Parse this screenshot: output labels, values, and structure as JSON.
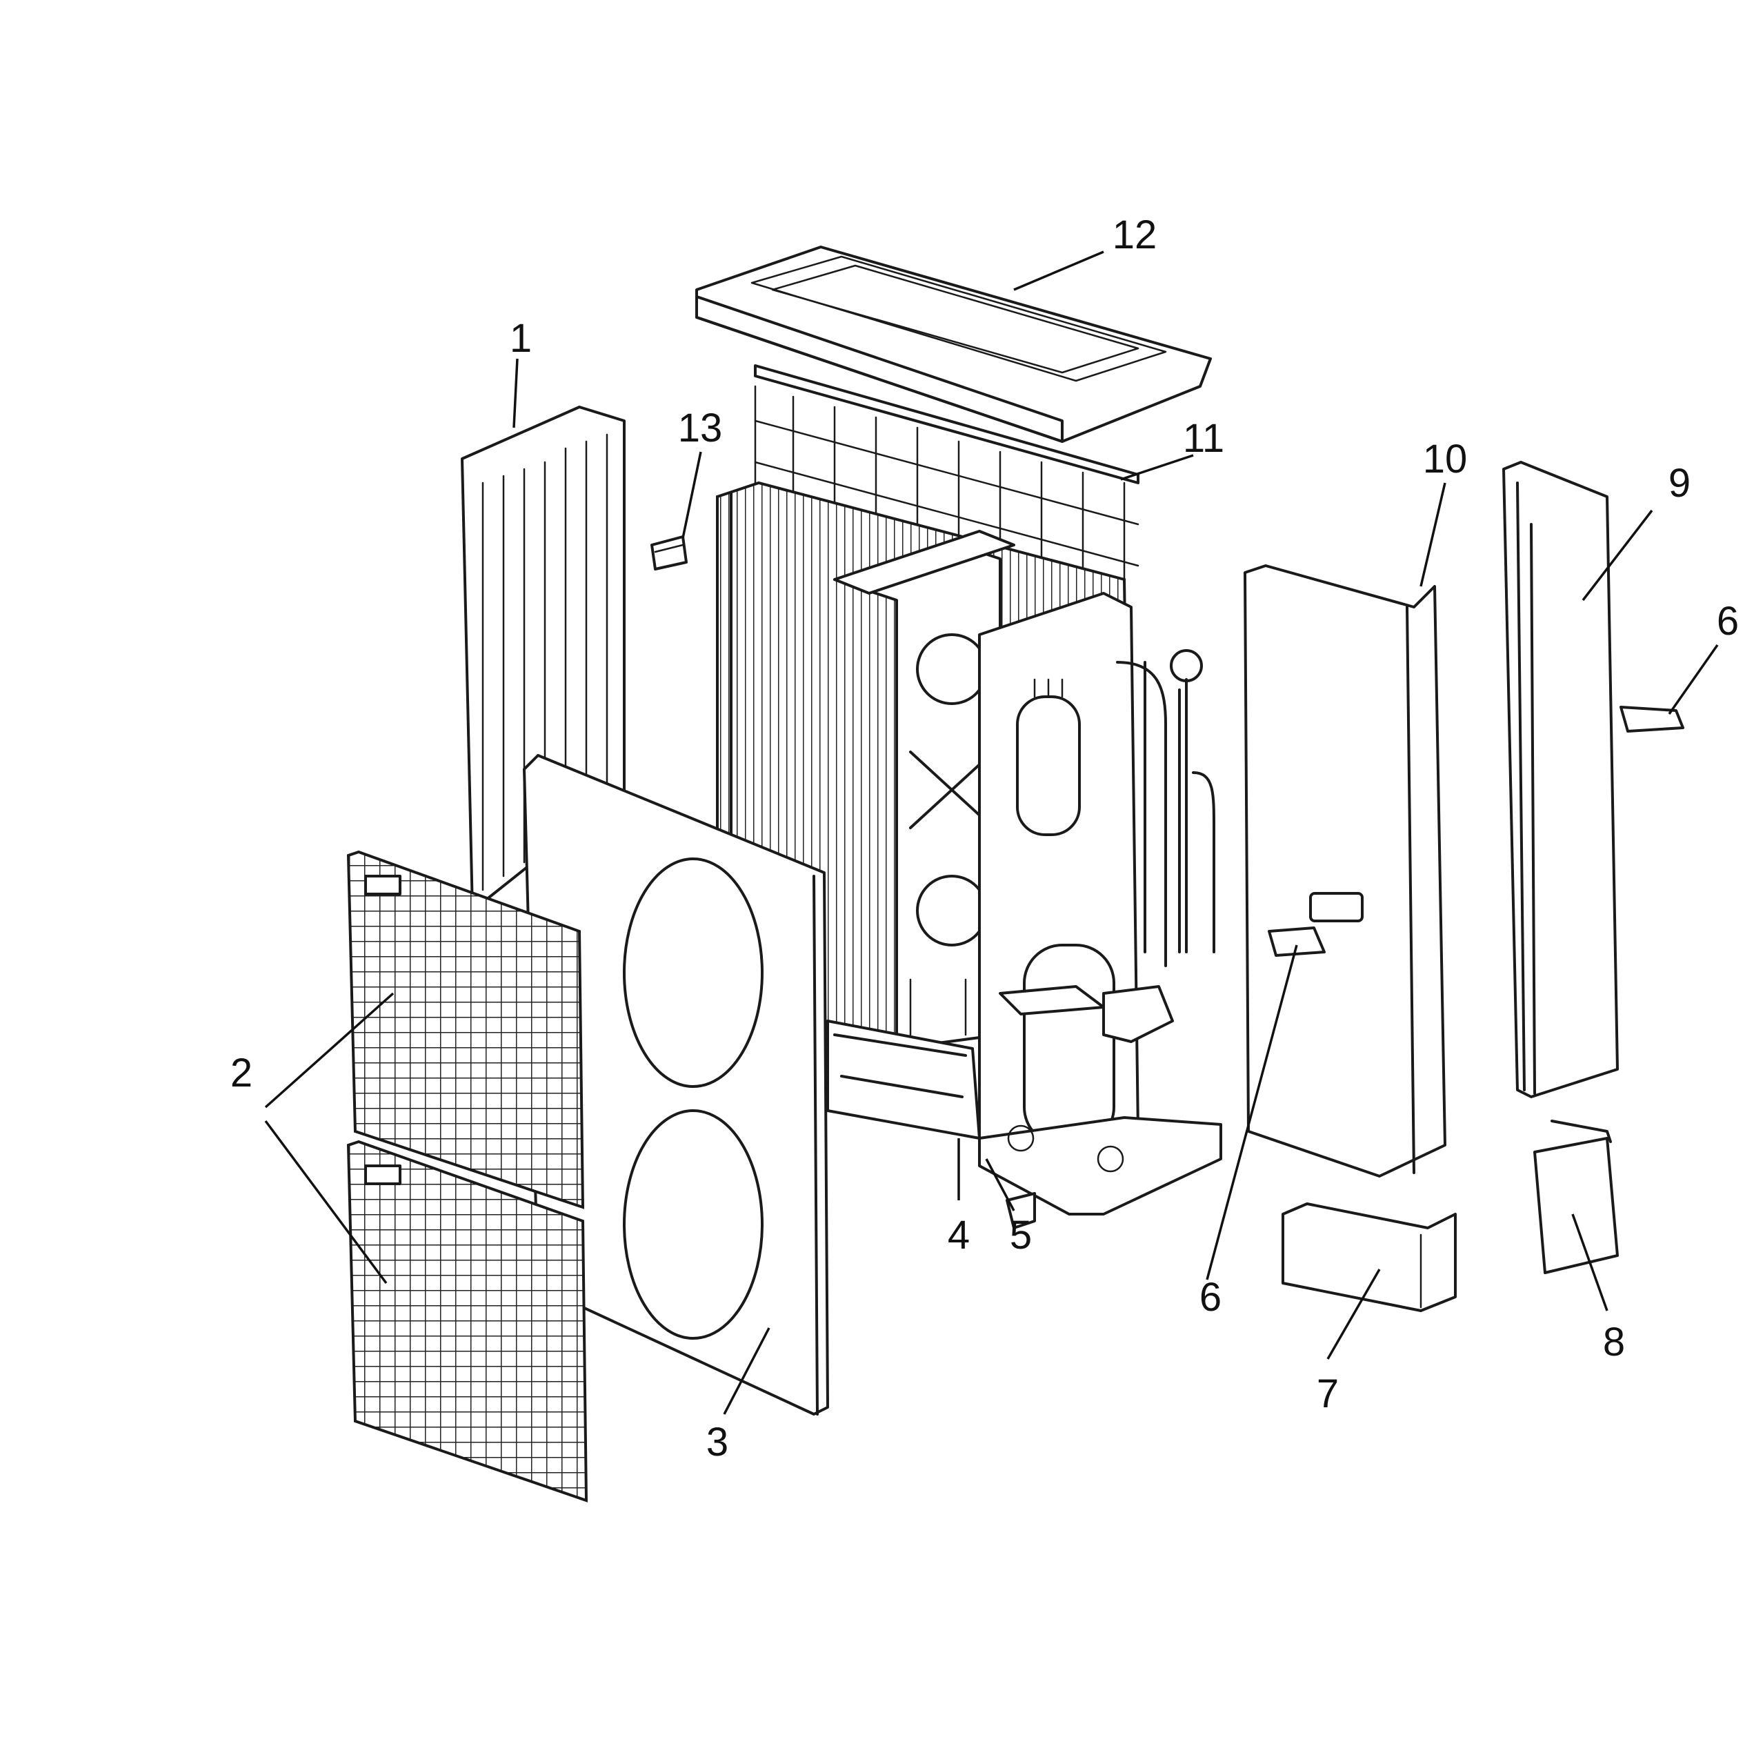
{
  "callouts": [
    {
      "id": "1",
      "label": "1"
    },
    {
      "id": "2",
      "label": "2"
    },
    {
      "id": "3",
      "label": "3"
    },
    {
      "id": "4",
      "label": "4"
    },
    {
      "id": "5",
      "label": "5"
    },
    {
      "id": "6a",
      "label": "6"
    },
    {
      "id": "6b",
      "label": "6"
    },
    {
      "id": "7",
      "label": "7"
    },
    {
      "id": "8",
      "label": "8"
    },
    {
      "id": "9",
      "label": "9"
    },
    {
      "id": "10",
      "label": "10"
    },
    {
      "id": "11",
      "label": "11"
    },
    {
      "id": "12",
      "label": "12"
    },
    {
      "id": "13",
      "label": "13"
    }
  ]
}
